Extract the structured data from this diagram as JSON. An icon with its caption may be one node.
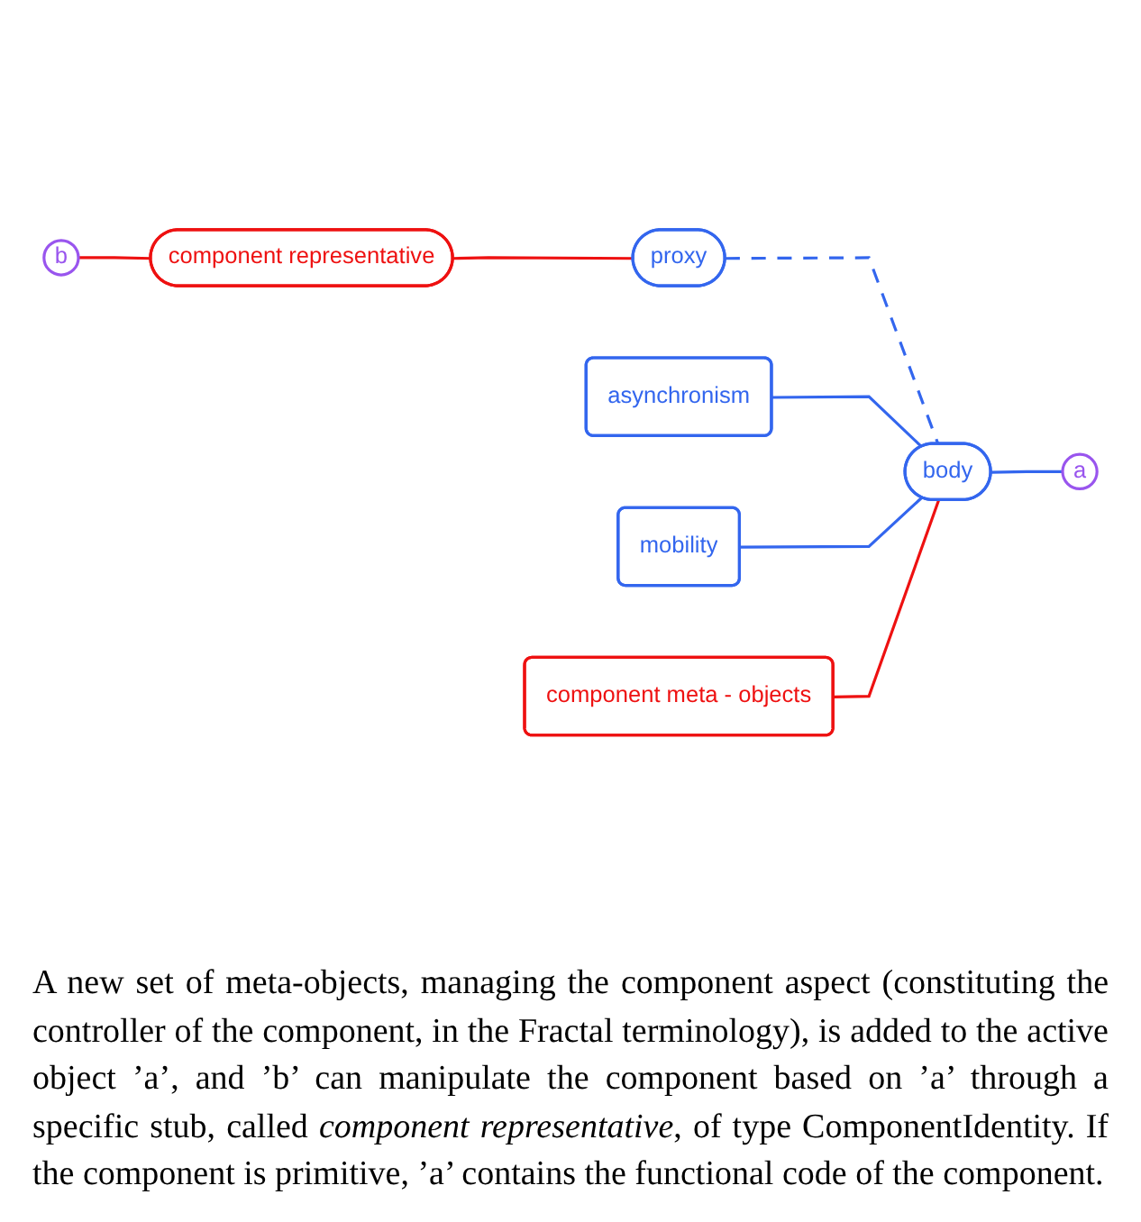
{
  "diagram": {
    "caption": "A new set of meta-objects, managing the component aspect (constituting the controller of the component, in the Fractal terminology), is added to the active object ’a’, and ’b’ can manipulate the component based on ’a’ through a specific stub, called *component representative*, of type ComponentIdentity. If the component is primitive, ’a’ contains the functional code of the component.",
    "nodes": [
      {
        "text": [
          "mobility"
        ]
      },
      {
        "text": [
          "asynchronism"
        ]
      },
      {
        "text": [
          "component representative"
        ]
      },
      {
        "text": [
          "component meta - objects"
        ]
      },
      {
        "text": [
          "proxy"
        ]
      },
      {
        "text": [
          "body"
        ]
      },
      {
        "text": [
          "b"
        ]
      },
      {
        "text": [
          "a"
        ]
      }
    ],
    "edges": [
      {
        "from": 6,
        "to": 2,
        "arrow": "none",
        "color": "#ee1111"
      },
      {
        "from": 2,
        "to": 4,
        "arrow": "none",
        "color": "#ee1111"
      },
      {
        "from": 4,
        "to": 5,
        "arrow": "none",
        "style": "dashed"
      },
      {
        "from": 1,
        "to": 5,
        "arrow": "none"
      },
      {
        "from": 0,
        "to": 5,
        "arrow": "none"
      },
      {
        "from": 3,
        "to": 5,
        "arrow": "none",
        "color": "#ee1111"
      },
      {
        "from": 5,
        "to": 7,
        "arrow": "none"
      }
    ]
  }
}
